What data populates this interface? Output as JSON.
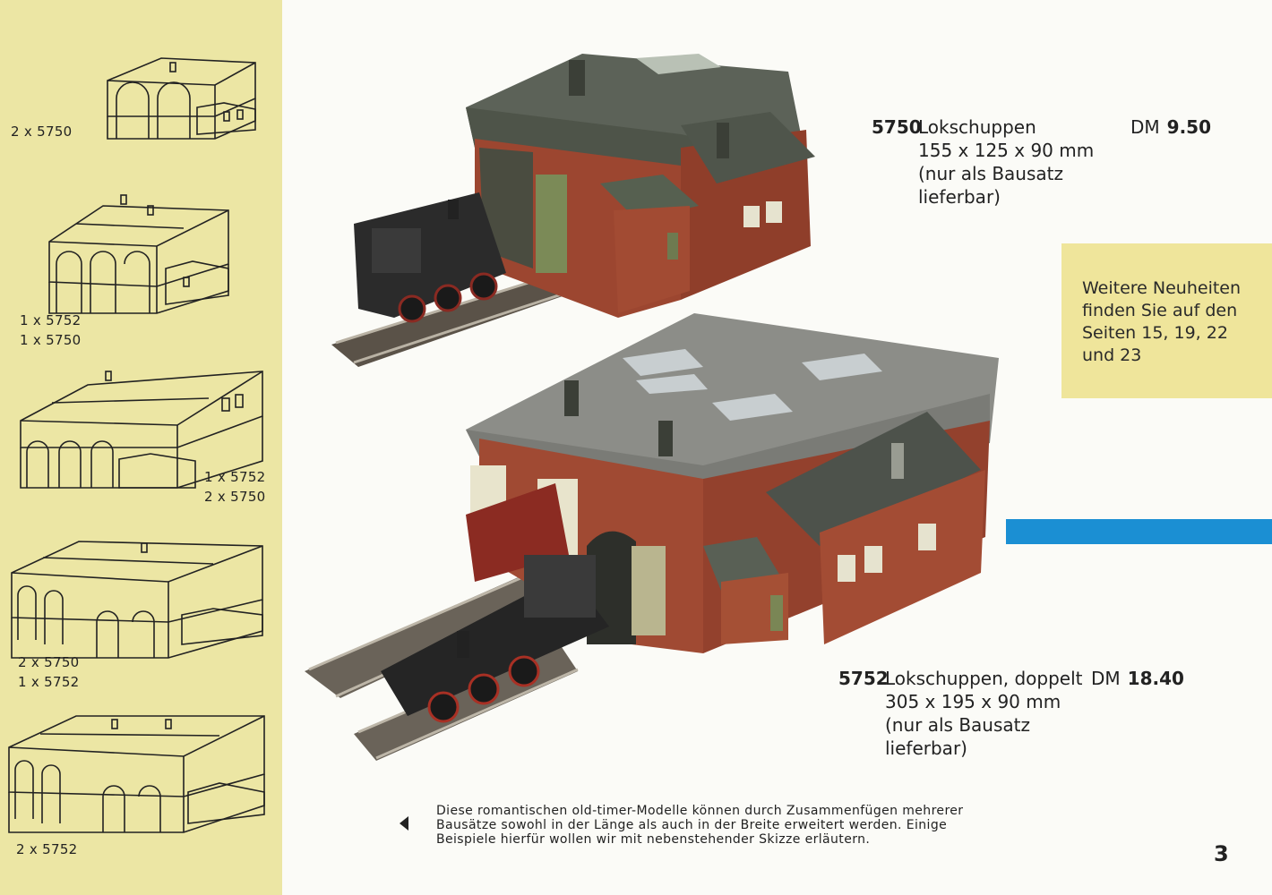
{
  "sidebar": {
    "combos": [
      {
        "lines": [
          "2 x 5750"
        ]
      },
      {
        "lines": [
          "1 x 5752",
          "1 x 5750"
        ]
      },
      {
        "lines": [
          "1 x 5752",
          "2 x 5750"
        ]
      },
      {
        "lines": [
          "2 x 5750",
          "1 x 5752"
        ]
      },
      {
        "lines": [
          "2 x 5752"
        ]
      }
    ]
  },
  "products": [
    {
      "number": "5750",
      "lines": [
        "Lokschuppen",
        "155 x 125 x 90 mm",
        "(nur als Bausatz",
        "lieferbar)"
      ],
      "currency": "DM",
      "price": "9.50"
    },
    {
      "number": "5752",
      "lines": [
        "Lokschuppen, doppelt",
        "305 x 195 x 90 mm",
        "(nur als Bausatz",
        "lieferbar)"
      ],
      "currency": "DM",
      "price": "18.40"
    }
  ],
  "info_box": {
    "lines": [
      "Weitere Neuheiten",
      "finden Sie auf den",
      "Seiten 15, 19, 22",
      "und 23"
    ]
  },
  "note": {
    "lines": [
      "Diese romantischen old-timer-Modelle können durch Zusammenfügen mehrerer",
      "Bausätze sowohl in der Länge als auch in der Breite erweitert werden. Einige",
      "Beispiele hierfür wollen wir mit nebenstehender Skizze erläutern."
    ]
  },
  "page_number": "3",
  "colors": {
    "sidebar_bg": "#ece6a4",
    "info_box_bg": "#efe59b",
    "accent_blue": "#1b8fd3",
    "brick": "#9c4630",
    "roof": "#5c6258"
  }
}
